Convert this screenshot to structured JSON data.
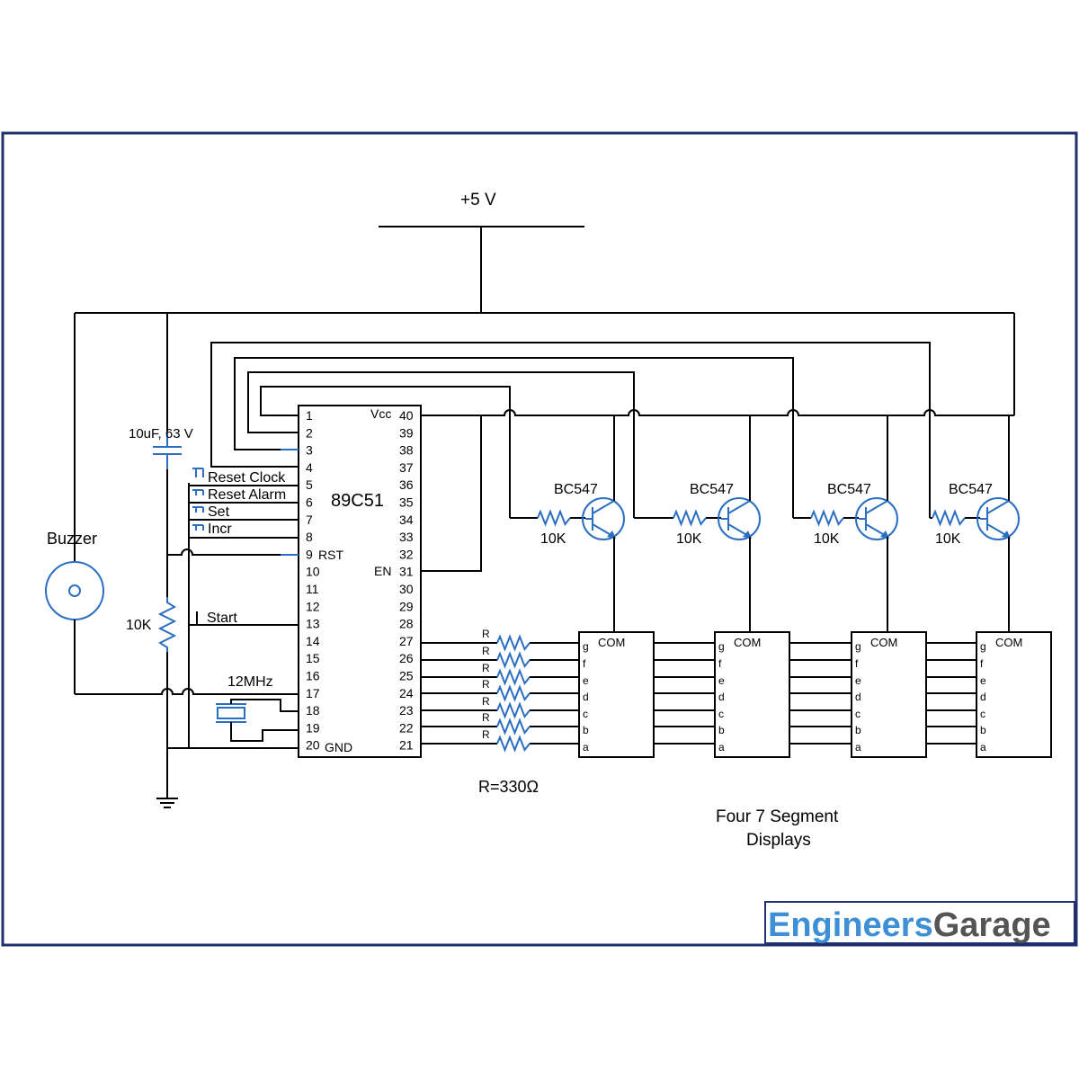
{
  "supply": "+5 V",
  "mcu": {
    "name": "89C51",
    "vcc": "Vcc",
    "en": "EN",
    "rst": "RST",
    "gnd": "GND",
    "left_pins": [
      "1",
      "2",
      "3",
      "4",
      "5",
      "6",
      "7",
      "8",
      "9",
      "10",
      "11",
      "12",
      "13",
      "14",
      "15",
      "16",
      "17",
      "18",
      "19",
      "20"
    ],
    "right_pins": [
      "40",
      "39",
      "38",
      "37",
      "36",
      "35",
      "34",
      "33",
      "32",
      "31",
      "30",
      "29",
      "28",
      "27",
      "26",
      "25",
      "24",
      "23",
      "22",
      "21"
    ]
  },
  "buttons": [
    "Reset Clock",
    "Reset Alarm",
    "Set",
    "Incr"
  ],
  "start_button": "Start",
  "capacitor": "10uF, 63 V",
  "buzzer": "Buzzer",
  "reset_resistor": "10K",
  "crystal": "12MHz",
  "transistor": "BC547",
  "base_resistor": "10K",
  "segment_resistor": "R",
  "resistor_note": "R=330Ω",
  "display": {
    "com": "COM",
    "pins": [
      "g",
      "f",
      "e",
      "d",
      "c",
      "b",
      "a"
    ]
  },
  "displays_caption": [
    "Four 7 Segment",
    "Displays"
  ],
  "logo": {
    "part1": "Engineers",
    "part2": "Garage"
  },
  "colors": {
    "wire": "#000000",
    "component": "#2b6fc2",
    "logo_blue": "#3d8fd6",
    "logo_gray": "#555555",
    "frame": "#1f2f6f"
  }
}
